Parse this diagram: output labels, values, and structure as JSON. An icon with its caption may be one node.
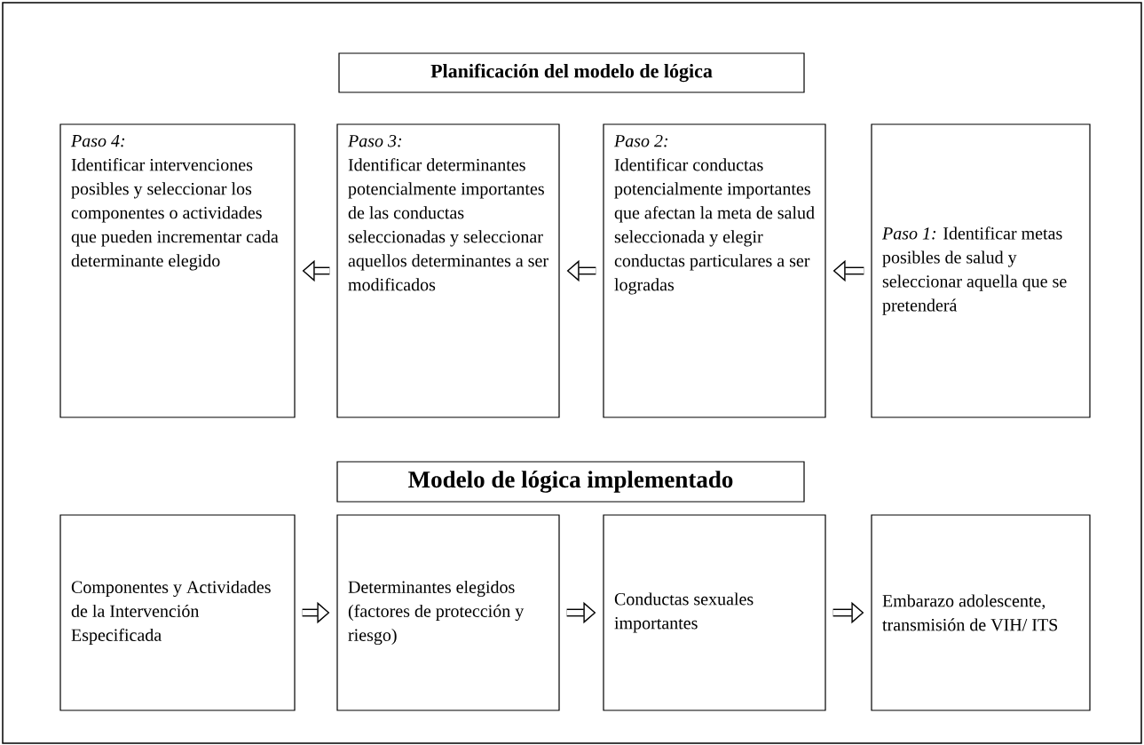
{
  "diagram": {
    "nodes": [
      {
        "text": [
          "Planificación del modelo de lógica"
        ]
      },
      {
        "text": [
          "Paso 4:",
          "Identificar intervenciones posibles y seleccionar los componentes o actividades que pueden incrementar cada determinante elegido"
        ]
      },
      {
        "text": [
          "Paso 3:",
          "Identificar determinantes potencialmente importantes de las conductas seleccionadas y seleccionar aquellos determinantes a ser modificados"
        ]
      },
      {
        "text": [
          "Paso 2:",
          "Identificar conductas potencialmente importantes que afectan la meta de salud seleccionada y elegir conductas particulares a ser logradas"
        ]
      },
      {
        "text": [
          "*Paso 1:* Identificar metas posibles de salud y seleccionar aquella que se pretenderá"
        ]
      },
      {
        "text": [
          "Modelo de lógica implementado"
        ]
      },
      {
        "text": [
          "Componentes y Actividades de la Intervención Especificada"
        ]
      },
      {
        "text": [
          "Determinantes elegidos (factores de protección y riesgo)"
        ]
      },
      {
        "text": [
          "Conductas sexuales importantes"
        ]
      },
      {
        "text": [
          "Embarazo adolescente, transmisión de VIH/ ITS"
        ]
      }
    ],
    "edges": [
      {
        "from": 4,
        "to": 3,
        "arrow": "to"
      },
      {
        "from": 3,
        "to": 2,
        "arrow": "to"
      },
      {
        "from": 2,
        "to": 1,
        "arrow": "to"
      },
      {
        "from": 6,
        "to": 7,
        "arrow": "to"
      },
      {
        "from": 7,
        "to": 8,
        "arrow": "to"
      },
      {
        "from": 8,
        "to": 9,
        "arrow": "to"
      }
    ]
  }
}
